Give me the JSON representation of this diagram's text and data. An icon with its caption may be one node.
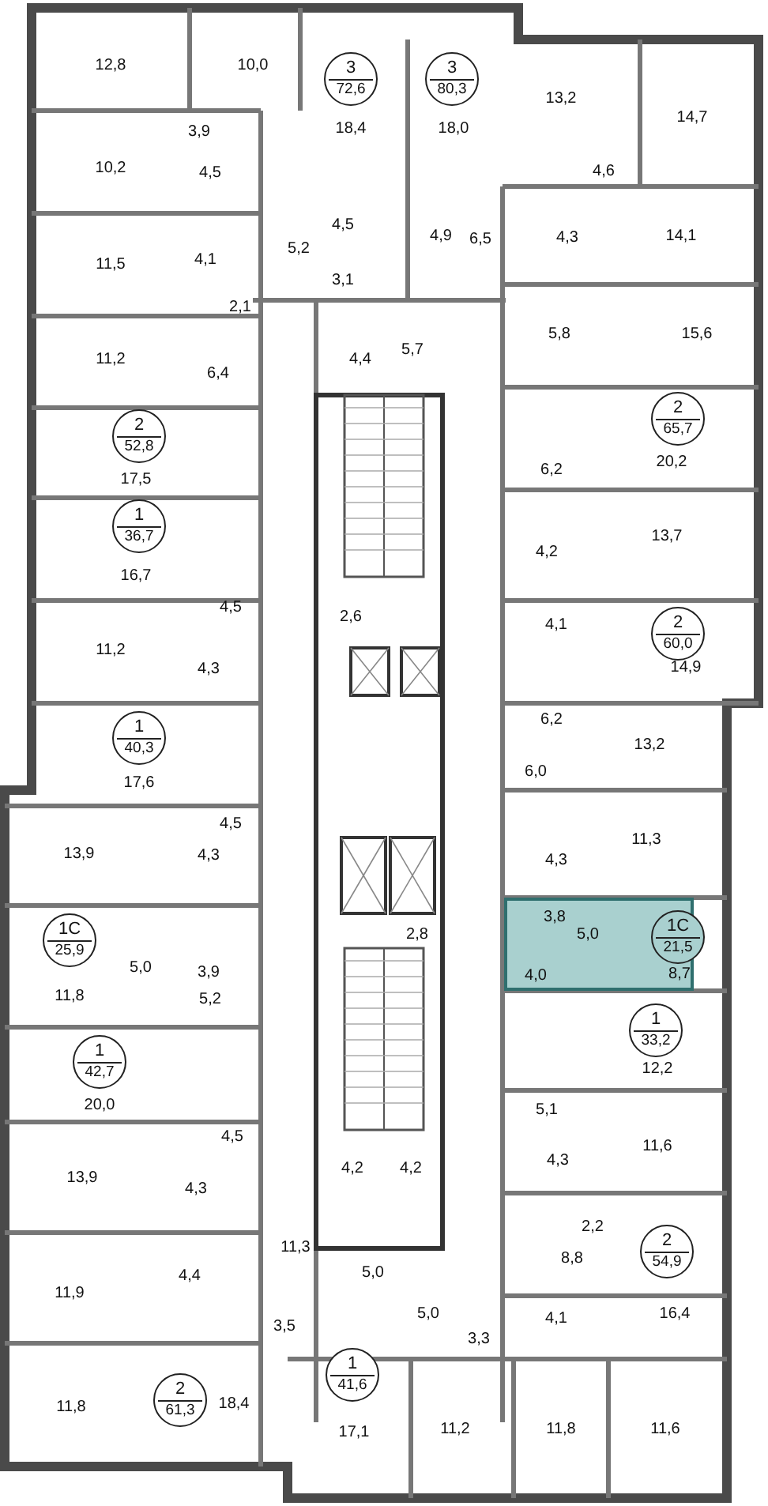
{
  "diagram": {
    "nodes": [
      {
        "text": [
          "3",
          "72,6"
        ]
      },
      {
        "text": [
          "3",
          "80,3"
        ]
      },
      {
        "text": [
          "2",
          "65,7"
        ]
      },
      {
        "text": [
          "2",
          "52,8"
        ]
      },
      {
        "text": [
          "1",
          "36,7"
        ]
      },
      {
        "text": [
          "2",
          "60,0"
        ]
      },
      {
        "text": [
          "1",
          "40,3"
        ]
      },
      {
        "text": [
          "1С",
          "25,9"
        ]
      },
      {
        "text": [
          "1С",
          "21,5"
        ]
      },
      {
        "text": [
          "1",
          "33,2"
        ]
      },
      {
        "text": [
          "1",
          "42,7"
        ]
      },
      {
        "text": [
          "2",
          "54,9"
        ]
      },
      {
        "text": [
          "2",
          "61,3"
        ]
      },
      {
        "text": [
          "1",
          "41,6"
        ]
      }
    ],
    "labels": [
      "12,8",
      "10,0",
      "13,2",
      "14,7",
      "18,4",
      "18,0",
      "3,9",
      "10,2",
      "4,6",
      "4,5",
      "4,5",
      "4,9",
      "4,3",
      "14,1",
      "6,5",
      "5,2",
      "4,1",
      "11,5",
      "3,1",
      "2,1",
      "5,8",
      "15,6",
      "5,7",
      "11,2",
      "4,4",
      "6,4",
      "20,2",
      "17,5",
      "6,2",
      "13,7",
      "4,2",
      "16,7",
      "4,5",
      "2,6",
      "4,1",
      "11,2",
      "14,9",
      "4,3",
      "6,2",
      "13,2",
      "17,6",
      "6,0",
      "4,5",
      "11,3",
      "13,9",
      "4,3",
      "4,3",
      "2,8",
      "3,8",
      "5,0",
      "5,0",
      "3,9",
      "8,7",
      "4,0",
      "11,8",
      "5,2",
      "12,2",
      "5,1",
      "20,0",
      "4,5",
      "11,6",
      "4,3",
      "4,2",
      "4,2",
      "13,9",
      "4,3",
      "2,2",
      "11,3",
      "8,8",
      "4,4",
      "5,0",
      "16,4",
      "5,0",
      "4,1",
      "3,5",
      "11,9",
      "3,3",
      "18,4",
      "11,8",
      "11,2",
      "11,8",
      "17,1",
      "11,6"
    ]
  }
}
